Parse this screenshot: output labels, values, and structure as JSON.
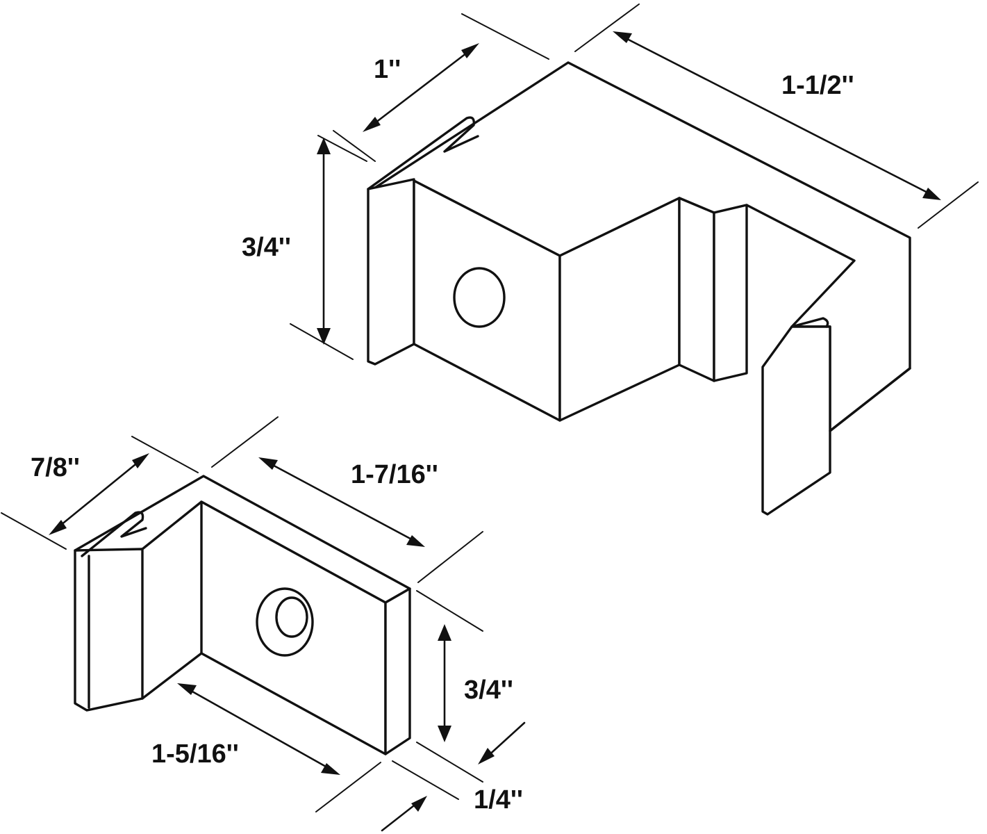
{
  "diagram": {
    "colors": {
      "line": "#111111",
      "background": "#ffffff"
    },
    "large_bracket": {
      "dimensions": {
        "depth": "1''",
        "length": "1-1/2''",
        "height": "3/4''"
      }
    },
    "small_bracket": {
      "dimensions": {
        "depth": "7/8''",
        "top_length": "1-7/16''",
        "height": "3/4''",
        "bottom_length": "1-5/16''",
        "thickness": "1/4''"
      }
    }
  }
}
